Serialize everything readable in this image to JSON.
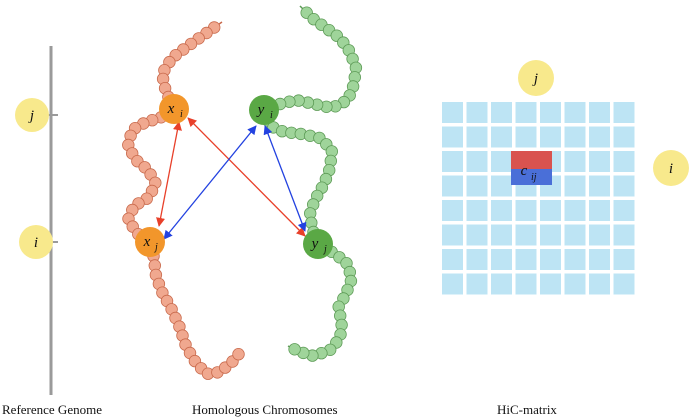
{
  "reference_genome": {
    "caption": "Reference Genome",
    "loci": [
      {
        "id": "j",
        "label": "j"
      },
      {
        "id": "i",
        "label": "i"
      }
    ]
  },
  "homologous": {
    "caption": "Homologous Chromosomes",
    "nodes": [
      {
        "id": "x_i",
        "base": "x",
        "sub": "i",
        "color": "#f2962b"
      },
      {
        "id": "x_j",
        "base": "x",
        "sub": "j",
        "color": "#f2962b"
      },
      {
        "id": "y_i",
        "base": "y",
        "sub": "i",
        "color": "#5aa845"
      },
      {
        "id": "y_j",
        "base": "y",
        "sub": "j",
        "color": "#5aa845"
      }
    ],
    "arrows": [
      {
        "from": "x_i",
        "to": "x_j",
        "color": "#e8402a"
      },
      {
        "from": "x_i",
        "to": "y_j",
        "color": "#e8402a"
      },
      {
        "from": "y_i",
        "to": "x_j",
        "color": "#2342e0"
      },
      {
        "from": "y_i",
        "to": "y_j",
        "color": "#2342e0"
      }
    ],
    "chain_colors": {
      "x": "#f0a88f",
      "y": "#9fd49a"
    }
  },
  "hic_matrix": {
    "caption": "HiC-matrix",
    "rows": 8,
    "cols": 8,
    "cell_color": "#bde4f4",
    "highlight": {
      "row": 2,
      "col": 3,
      "base": "c",
      "sub": "ij",
      "top_color": "#d9534f",
      "bottom_color": "#4a6fd8"
    },
    "row_label": "i",
    "col_label": "j"
  },
  "colors": {
    "locus_badge": "#f8e98c",
    "genome_line": "#9a9a9a"
  }
}
